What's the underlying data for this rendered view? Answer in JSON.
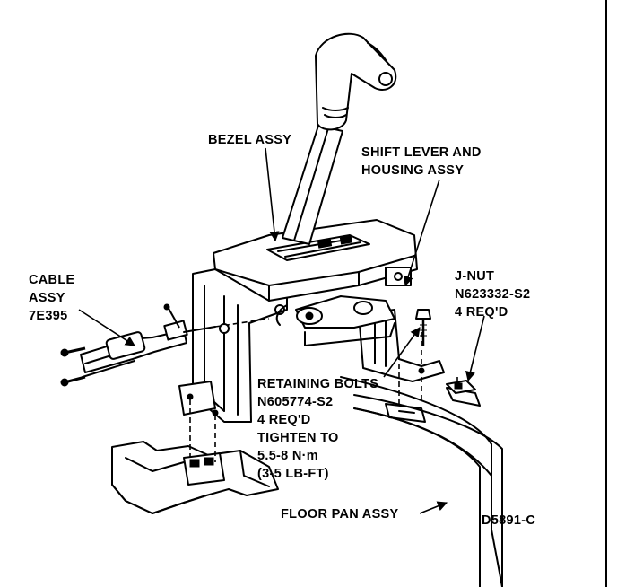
{
  "labels": {
    "bezel": "BEZEL ASSY",
    "shift_lever_1": "SHIFT LEVER AND",
    "shift_lever_2": "HOUSING ASSY",
    "cable_1": "CABLE",
    "cable_2": "ASSY",
    "cable_3": "7E395",
    "jnut_1": "J-NUT",
    "jnut_2": "N623332-S2",
    "jnut_3": "4 REQ'D",
    "bolts_1": "RETAINING BOLTS",
    "bolts_2": "N605774-S2",
    "bolts_3": "4 REQ'D",
    "bolts_4": "TIGHTEN TO",
    "bolts_5": "5.5-8 N·m",
    "bolts_6": "(3-5 LB-FT)",
    "floor_pan": "FLOOR PAN ASSY",
    "figure_id": "D5891-C"
  },
  "colors": {
    "ink": "#000000",
    "paper": "#ffffff"
  }
}
